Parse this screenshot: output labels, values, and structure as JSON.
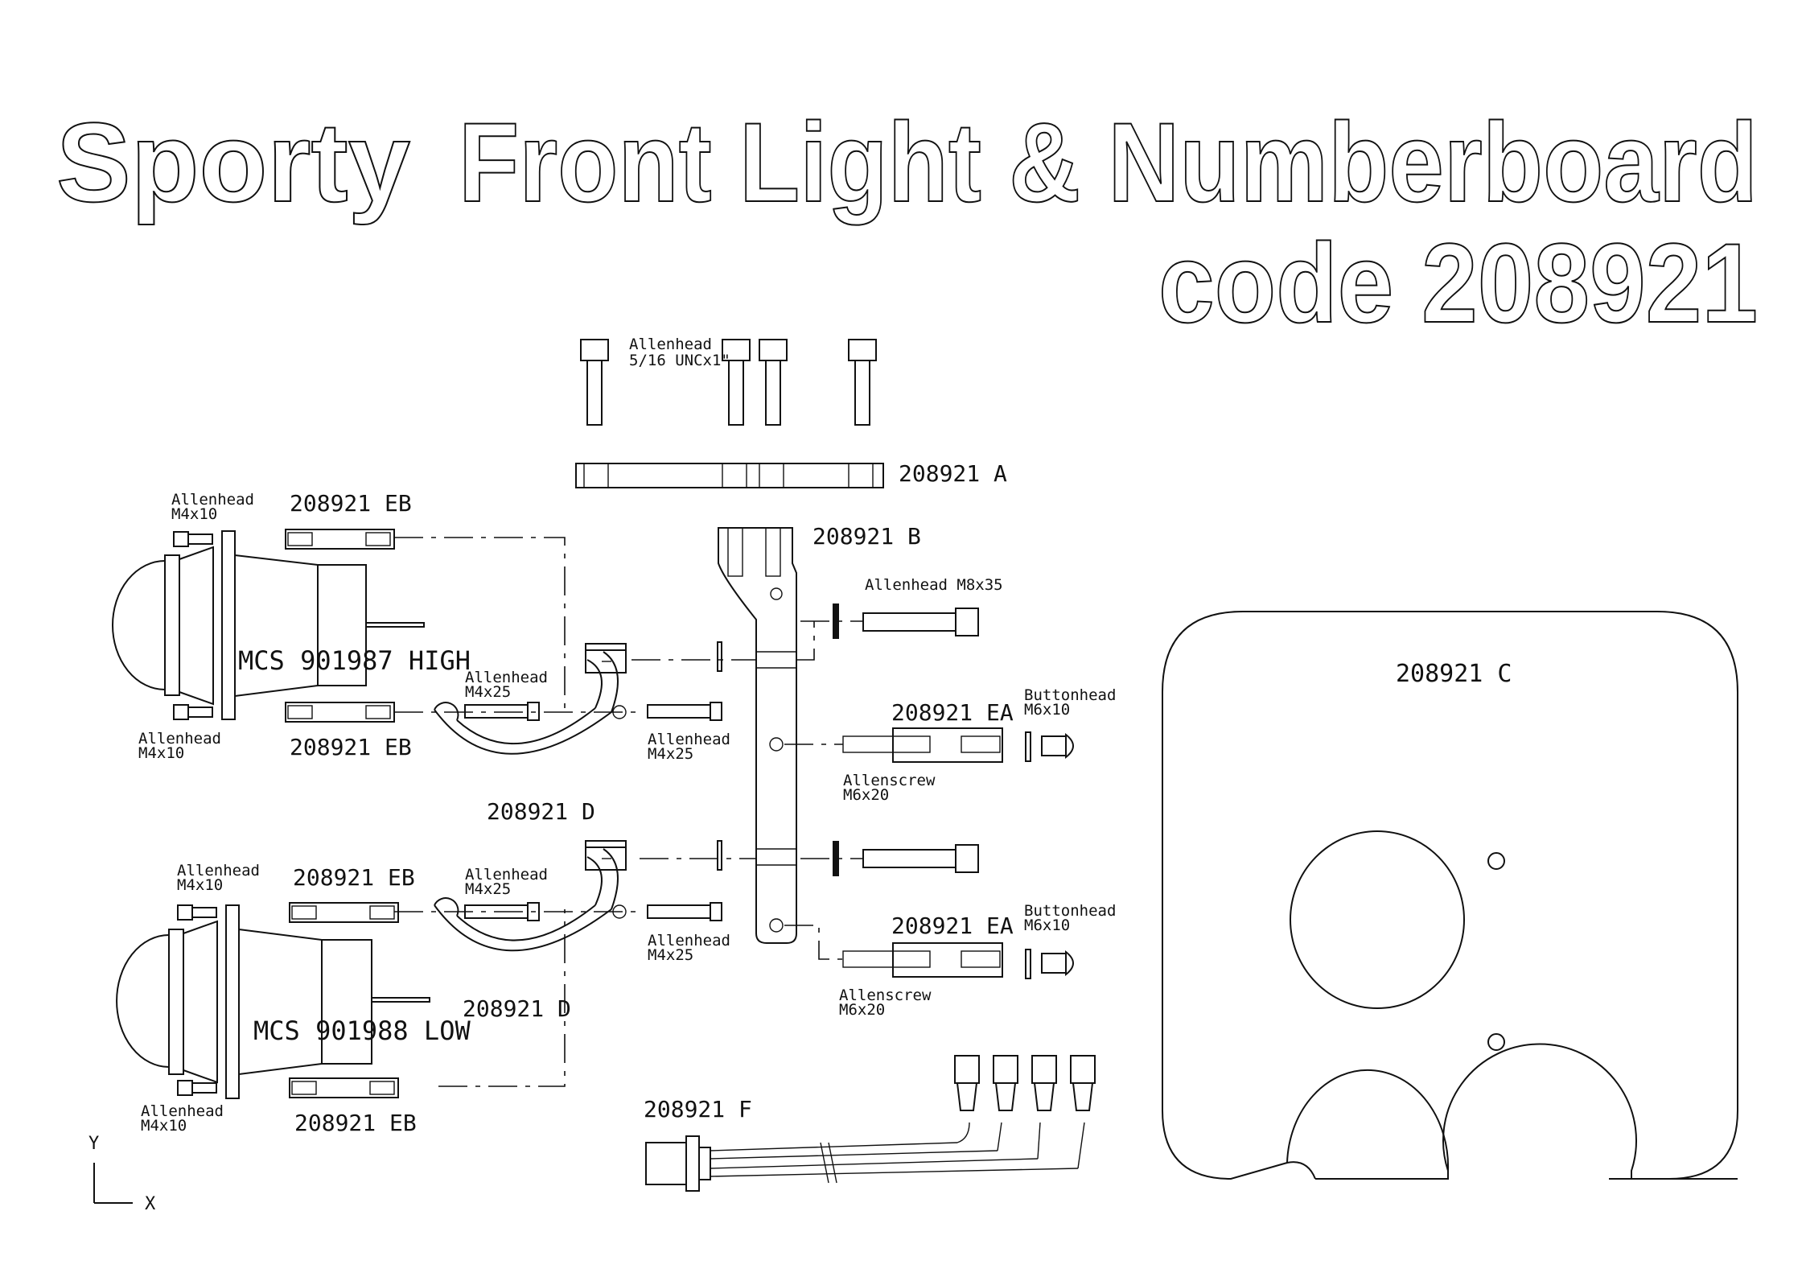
{
  "title": {
    "line1_a": "Sporty",
    "line1_b": "Front Light & Numberboard",
    "line2": "code 208921"
  },
  "parts": {
    "a": "208921 A",
    "b": "208921 B",
    "c": "208921 C",
    "d_upper": "208921 D",
    "d_lower": "208921 D",
    "ea_upper": "208921 EA",
    "ea_lower": "208921 EA",
    "eb_1": "208921 EB",
    "eb_2": "208921 EB",
    "eb_3": "208921 EB",
    "eb_4": "208921 EB",
    "f": "208921 F",
    "lamp_high": "MCS 901987 HIGH",
    "lamp_low": "MCS 901988 LOW"
  },
  "fasteners": {
    "allen_top_1": "Allenhead",
    "allen_top_2": "5/16 UNCx1\"",
    "allen_m8": "Allenhead M8x35",
    "m4x10_a_1": "Allenhead",
    "m4x10_a_2": "M4x10",
    "m4x10_b_1": "Allenhead",
    "m4x10_b_2": "M4x10",
    "m4x10_c_1": "Allenhead",
    "m4x10_c_2": "M4x10",
    "m4x10_d_1": "Allenhead",
    "m4x10_d_2": "M4x10",
    "m4x25_a_1": "Allenhead",
    "m4x25_a_2": "M4x25",
    "m4x25_b_1": "Allenhead",
    "m4x25_b_2": "M4x25",
    "m4x25_c_1": "Allenhead",
    "m4x25_c_2": "M4x25",
    "m4x25_d_1": "Allenhead",
    "m4x25_d_2": "M4x25",
    "button_a_1": "Buttonhead",
    "button_a_2": "M6x10",
    "button_b_1": "Buttonhead",
    "button_b_2": "M6x10",
    "screw_a_1": "Allenscrew",
    "screw_a_2": "M6x20",
    "screw_b_1": "Allenscrew",
    "screw_b_2": "M6x20"
  },
  "axes": {
    "y": "Y",
    "x": "X"
  }
}
